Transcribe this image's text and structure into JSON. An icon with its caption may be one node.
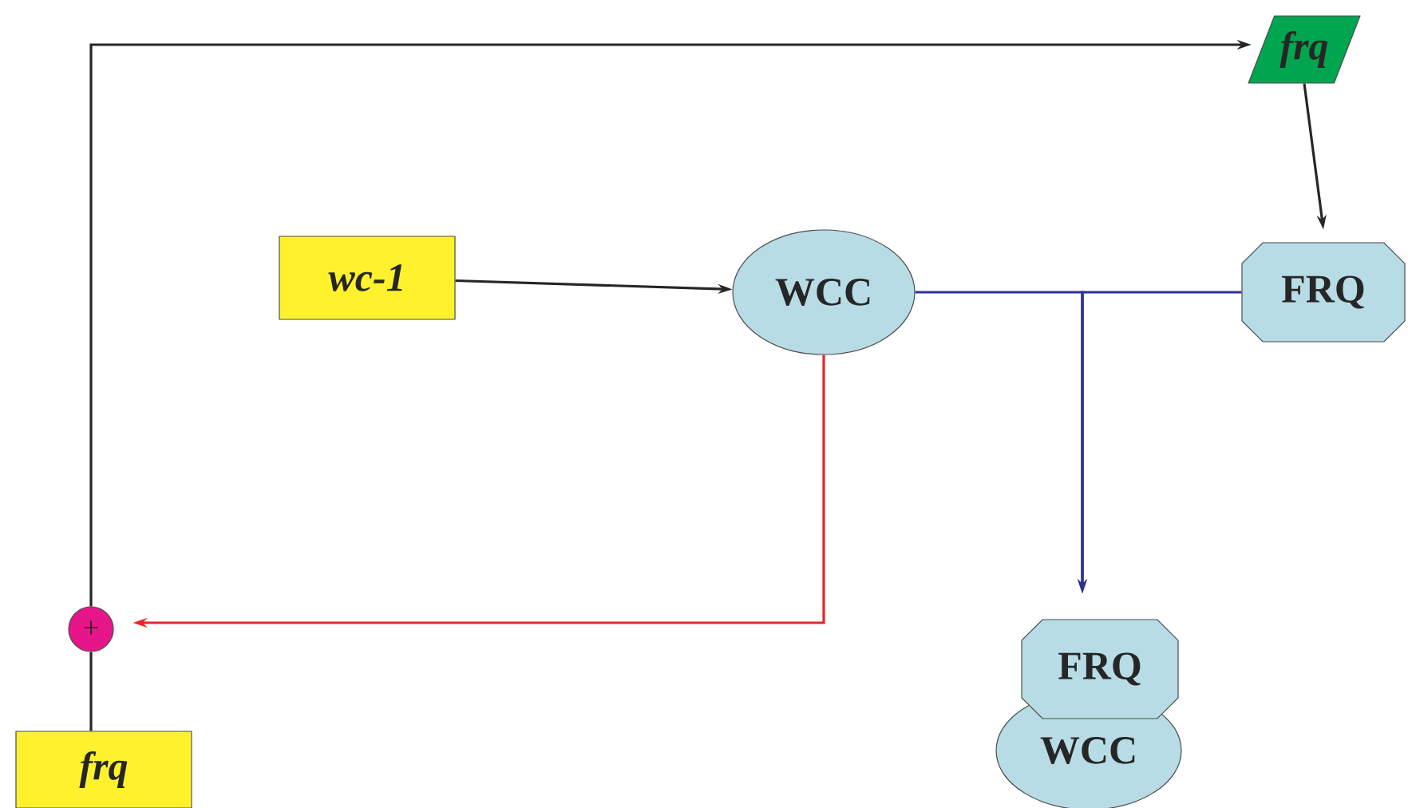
{
  "diagram": {
    "nodes": [
      {
        "text": [
          "frq"
        ]
      },
      {
        "text": [
          "wc-1"
        ]
      },
      {
        "text": [
          "WCC"
        ]
      },
      {
        "text": [
          "FRQ"
        ]
      },
      {
        "text": [
          "+"
        ]
      },
      {
        "text": [
          "FRQ"
        ]
      },
      {
        "text": [
          "WCC"
        ]
      },
      {
        "text": [
          "frq"
        ]
      }
    ],
    "edges": [
      {
        "from": 7,
        "to": 4,
        "arrow": "none"
      },
      {
        "from": 4,
        "to": 0,
        "arrow": "to"
      },
      {
        "from": 0,
        "to": 3,
        "arrow": "to"
      },
      {
        "from": 1,
        "to": 2,
        "arrow": "to"
      },
      {
        "from": 2,
        "to": 4,
        "arrow": "to",
        "color": "#e8262a"
      },
      {
        "from": 2,
        "to": 5,
        "arrow": "to",
        "color": "#2e3192"
      },
      {
        "from": 3,
        "to": 5,
        "arrow": "to",
        "color": "#2e3192"
      }
    ]
  }
}
